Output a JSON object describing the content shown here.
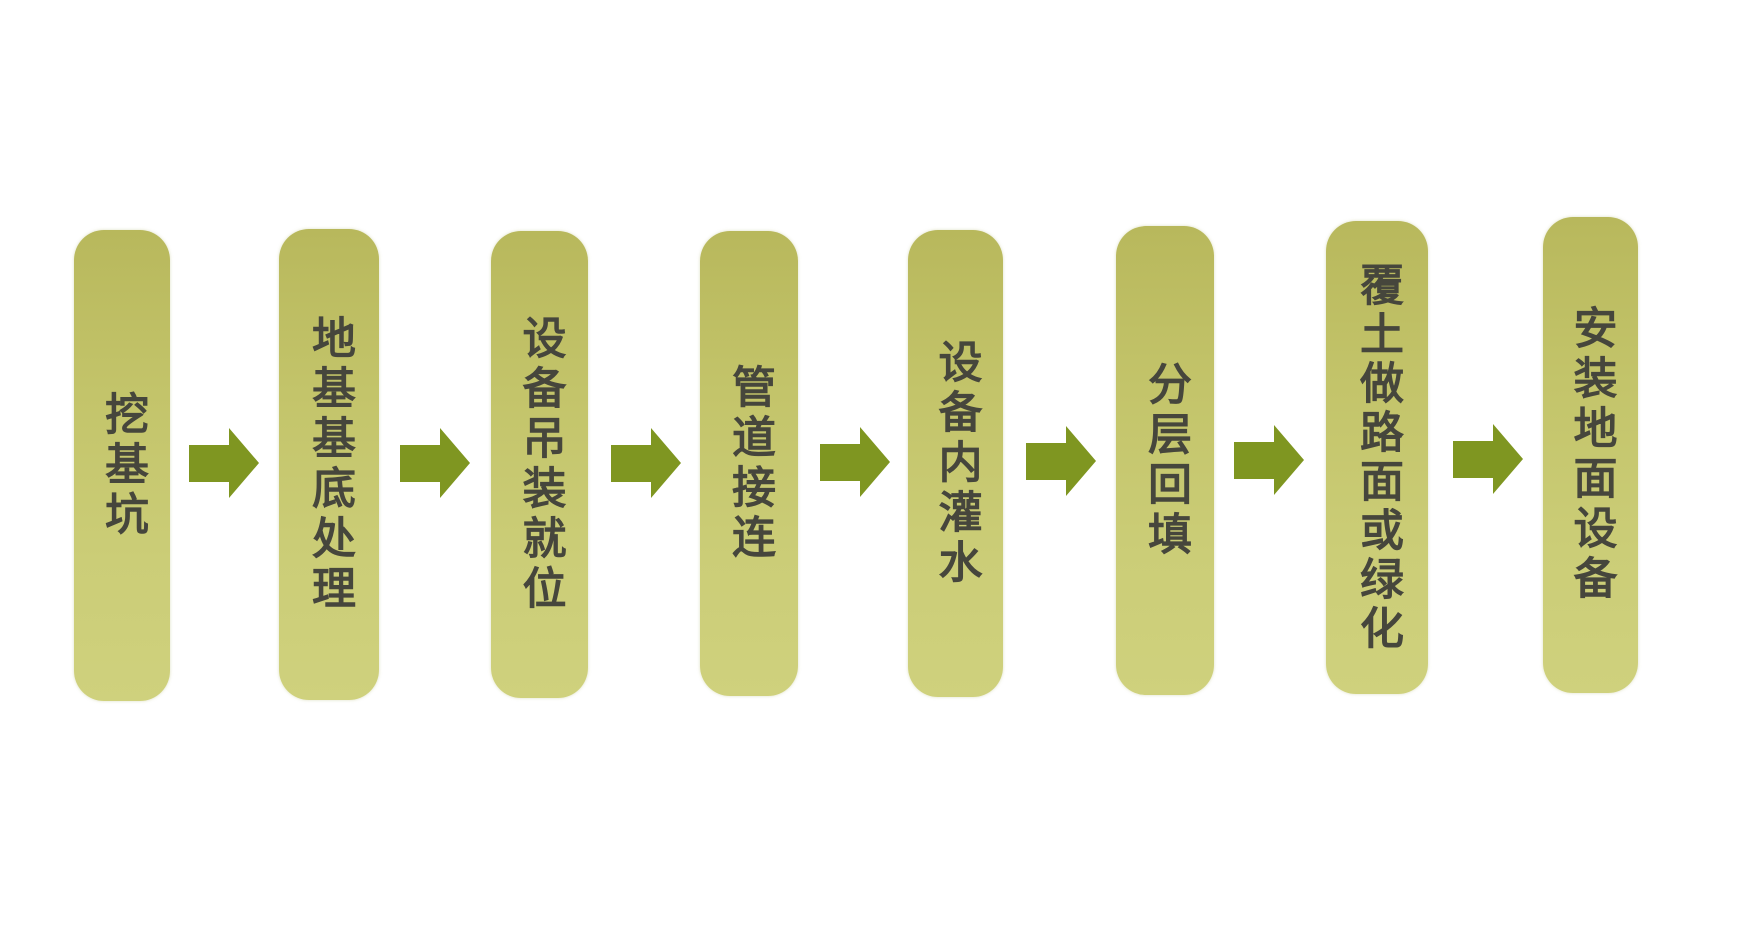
{
  "diagram": {
    "type": "process-flow",
    "direction": "left-to-right",
    "colors": {
      "background": "#ffffff",
      "step_fill_top": "#b8b85c",
      "step_fill_bottom": "#cfd17d",
      "step_text": "#46463c",
      "arrow": "#7f9621"
    },
    "steps": [
      {
        "label": "挖基坑"
      },
      {
        "label": "地基基底处理"
      },
      {
        "label": "设备吊装就位"
      },
      {
        "label": "管道接连"
      },
      {
        "label": "设备内灌水"
      },
      {
        "label": "分层回填"
      },
      {
        "label": "覆土做路面或绿化"
      },
      {
        "label": "安装地面设备"
      }
    ],
    "connectors": [
      {
        "from": 0,
        "to": 1,
        "icon": "arrow-right-icon"
      },
      {
        "from": 1,
        "to": 2,
        "icon": "arrow-right-icon"
      },
      {
        "from": 2,
        "to": 3,
        "icon": "arrow-right-icon"
      },
      {
        "from": 3,
        "to": 4,
        "icon": "arrow-right-icon"
      },
      {
        "from": 4,
        "to": 5,
        "icon": "arrow-right-icon"
      },
      {
        "from": 5,
        "to": 6,
        "icon": "arrow-right-icon"
      },
      {
        "from": 6,
        "to": 7,
        "icon": "arrow-right-icon"
      }
    ]
  }
}
